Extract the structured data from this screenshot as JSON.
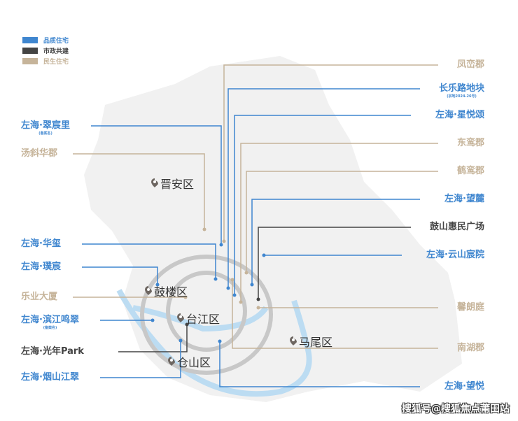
{
  "legend": [
    {
      "label": "品质住宅",
      "color": "#3f86cf"
    },
    {
      "label": "市政共建",
      "color": "#444444"
    },
    {
      "label": "民生住宅",
      "color": "#c6b49a"
    }
  ],
  "districts": [
    "晋安区",
    "鼓楼区",
    "台江区",
    "马尾区",
    "仓山区"
  ],
  "right_labels": [
    {
      "name": "凤峦郡",
      "type": "tan"
    },
    {
      "name": "长乐路地块",
      "sub": "(宗地2024-26号)",
      "type": "blue"
    },
    {
      "name": "左海·星悦颂",
      "type": "blue"
    },
    {
      "name": "东鸾郡",
      "type": "tan"
    },
    {
      "name": "鹤鸾郡",
      "type": "tan"
    },
    {
      "name": "左海·望麓",
      "type": "blue"
    },
    {
      "name": "鼓山惠民广场",
      "type": "dark"
    },
    {
      "name": "左海·云山宸院",
      "type": "blue"
    },
    {
      "name": "馨朗庭",
      "type": "tan"
    },
    {
      "name": "南湖郡",
      "type": "tan"
    },
    {
      "name": "左海·望悦",
      "type": "blue"
    }
  ],
  "left_labels": [
    {
      "name": "左海·翠宸里",
      "sub": "(备案名)",
      "type": "blue"
    },
    {
      "name": "汤斜华郡",
      "type": "tan"
    },
    {
      "name": "左海·华玺",
      "type": "blue"
    },
    {
      "name": "左海·璞宸",
      "type": "blue"
    },
    {
      "name": "乐业大厦",
      "type": "tan"
    },
    {
      "name": "左海·滨江鸣翠",
      "sub": "(备案名)",
      "type": "blue"
    },
    {
      "name": "左海·光年Park",
      "type": "dark"
    },
    {
      "name": "左海·烟山江翠",
      "type": "blue"
    }
  ],
  "watermark": "搜狐号@搜狐焦点莆田站"
}
